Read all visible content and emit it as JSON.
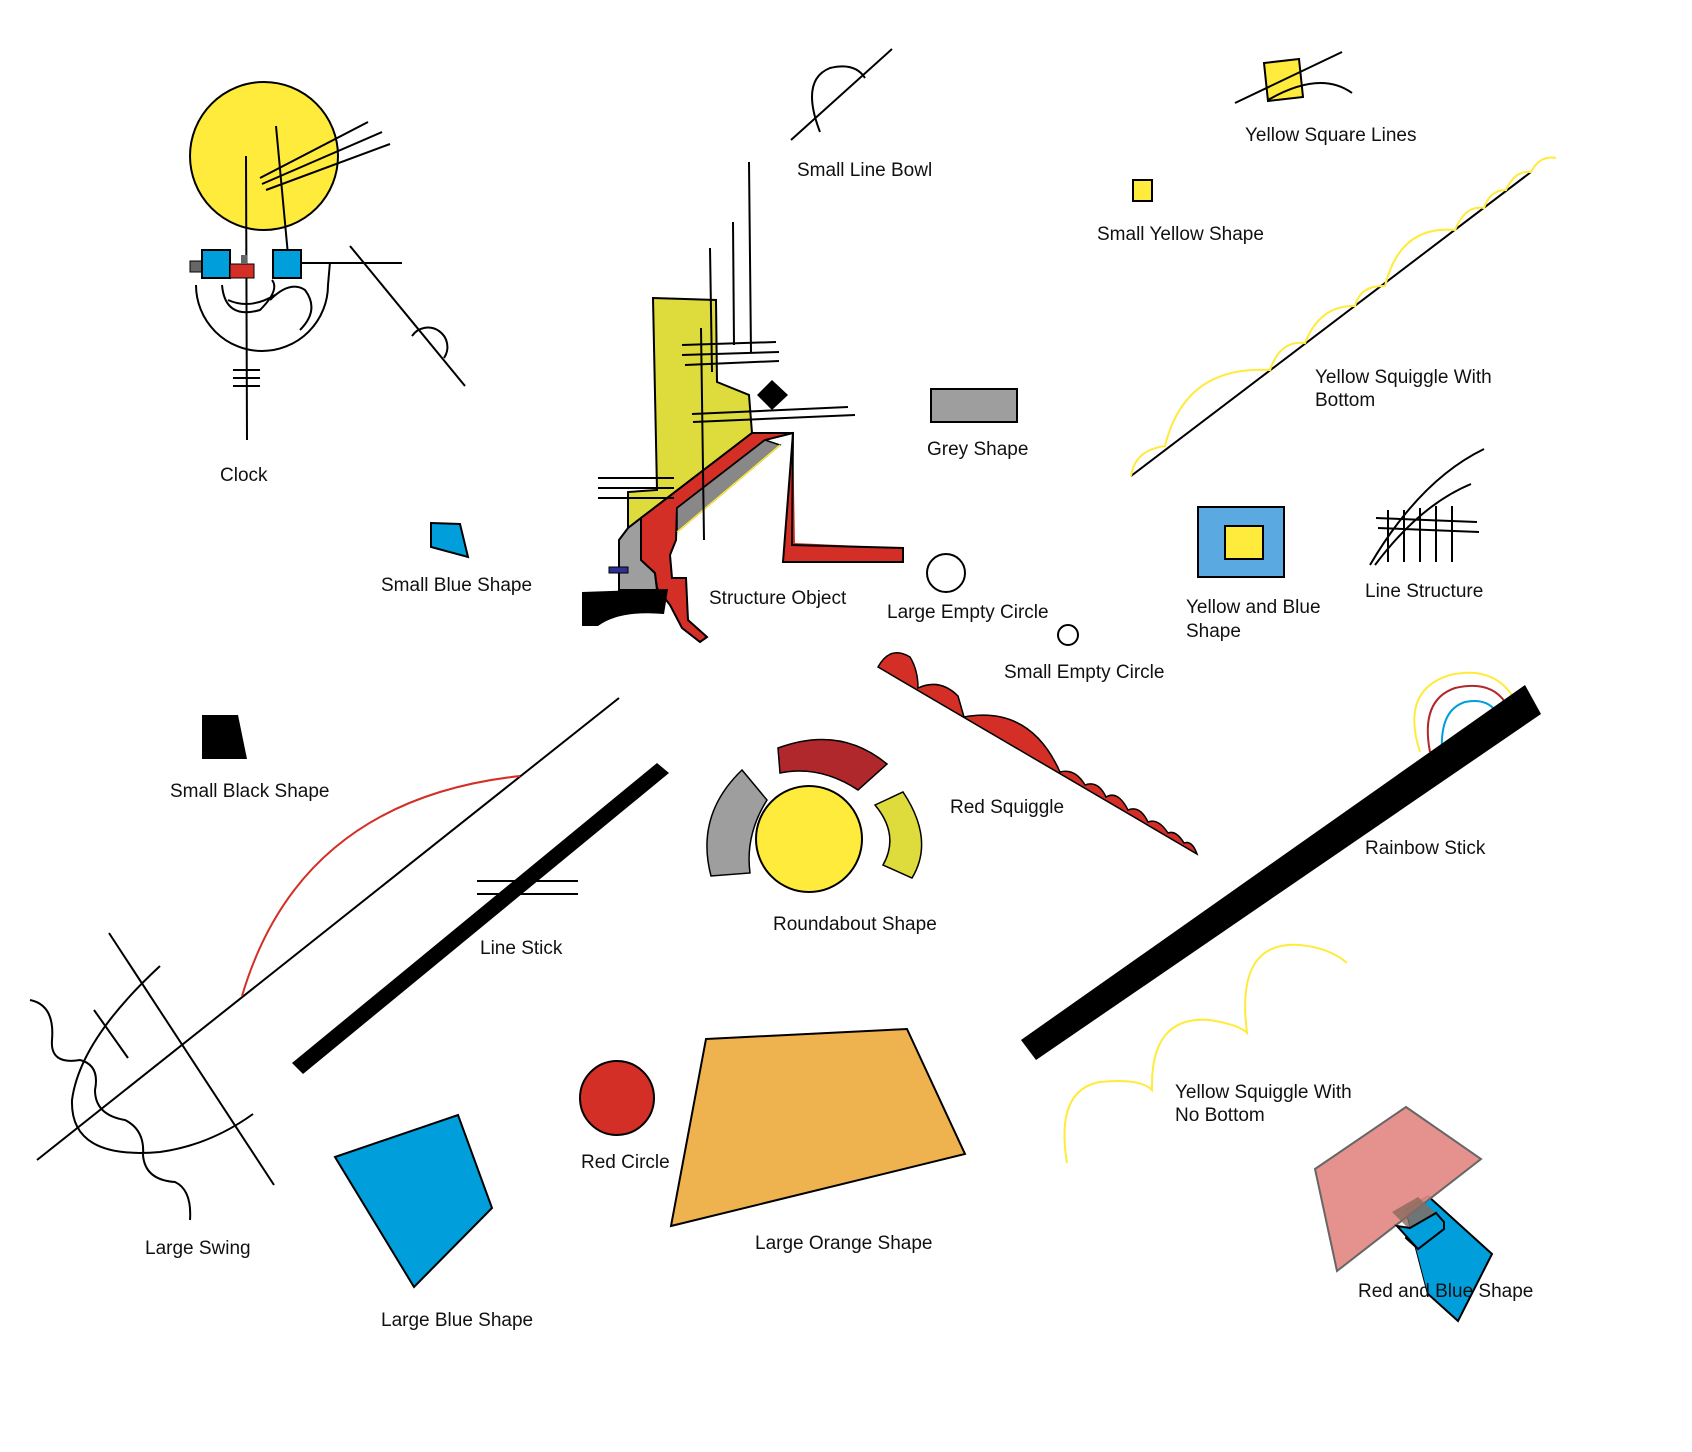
{
  "labels": {
    "clock": "Clock",
    "small_line_bowl": "Small Line Bowl",
    "yellow_square_lines": "Yellow Square Lines",
    "small_yellow_shape": "Small Yellow Shape",
    "yellow_squiggle_bottom_1": "Yellow Squiggle With",
    "yellow_squiggle_bottom_2": "Bottom",
    "grey_shape": "Grey Shape",
    "small_blue_shape": "Small Blue Shape",
    "structure_object": "Structure Object",
    "large_empty_circle": "Large Empty Circle",
    "yellow_blue_1": "Yellow and Blue",
    "yellow_blue_2": "Shape",
    "line_structure": "Line Structure",
    "small_empty_circle": "Small Empty Circle",
    "small_black_shape": "Small Black Shape",
    "red_squiggle": "Red Squiggle",
    "rainbow_stick": "Rainbow Stick",
    "roundabout_shape": "Roundabout Shape",
    "line_stick": "Line Stick",
    "yellow_squiggle_nobottom_1": "Yellow Squiggle With",
    "yellow_squiggle_nobottom_2": "No Bottom",
    "red_circle": "Red Circle",
    "large_swing": "Large Swing",
    "large_orange_shape": "Large Orange Shape",
    "large_blue_shape": "Large Blue Shape",
    "red_and_blue_shape": "Red and Blue Shape"
  },
  "colors": {
    "yellow": "#ffeb3b",
    "olive_yellow": "#dedb3c",
    "red": "#d32f27",
    "dark_red": "#b0282b",
    "blue": "#009edb",
    "light_blue": "#5aa9e0",
    "grey": "#9e9e9e",
    "orange": "#eeb24f",
    "pink": "#e38a85",
    "black": "#000000"
  }
}
